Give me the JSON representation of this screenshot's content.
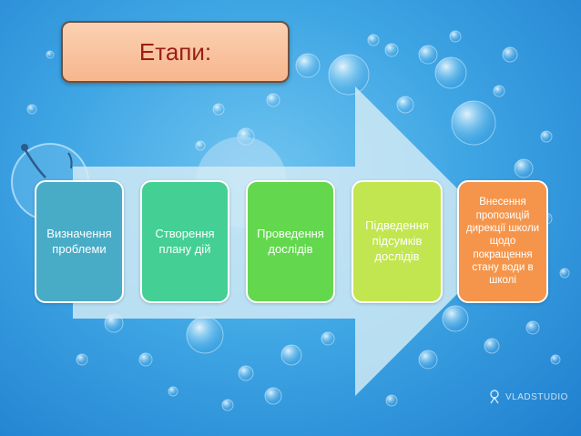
{
  "title": "Етапи:",
  "steps": [
    {
      "label": "Визначення проблеми"
    },
    {
      "label": "Створення плану дій"
    },
    {
      "label": "Проведення дослідів"
    },
    {
      "label": "Підведення підсумків дослідів"
    },
    {
      "label": "Внесення пропозицій дирекції школи щодо покращення стану води в школі"
    }
  ],
  "watermark": "VLADSTUDIO",
  "colors": {
    "title_bg": "#f7b68e",
    "title_text": "#9a1f16",
    "step1": "#49acc6",
    "step2": "#44cf95",
    "step3": "#63d84e",
    "step4": "#c2e64f",
    "step5": "#f5954b",
    "arrow": "#d4ebf5"
  }
}
